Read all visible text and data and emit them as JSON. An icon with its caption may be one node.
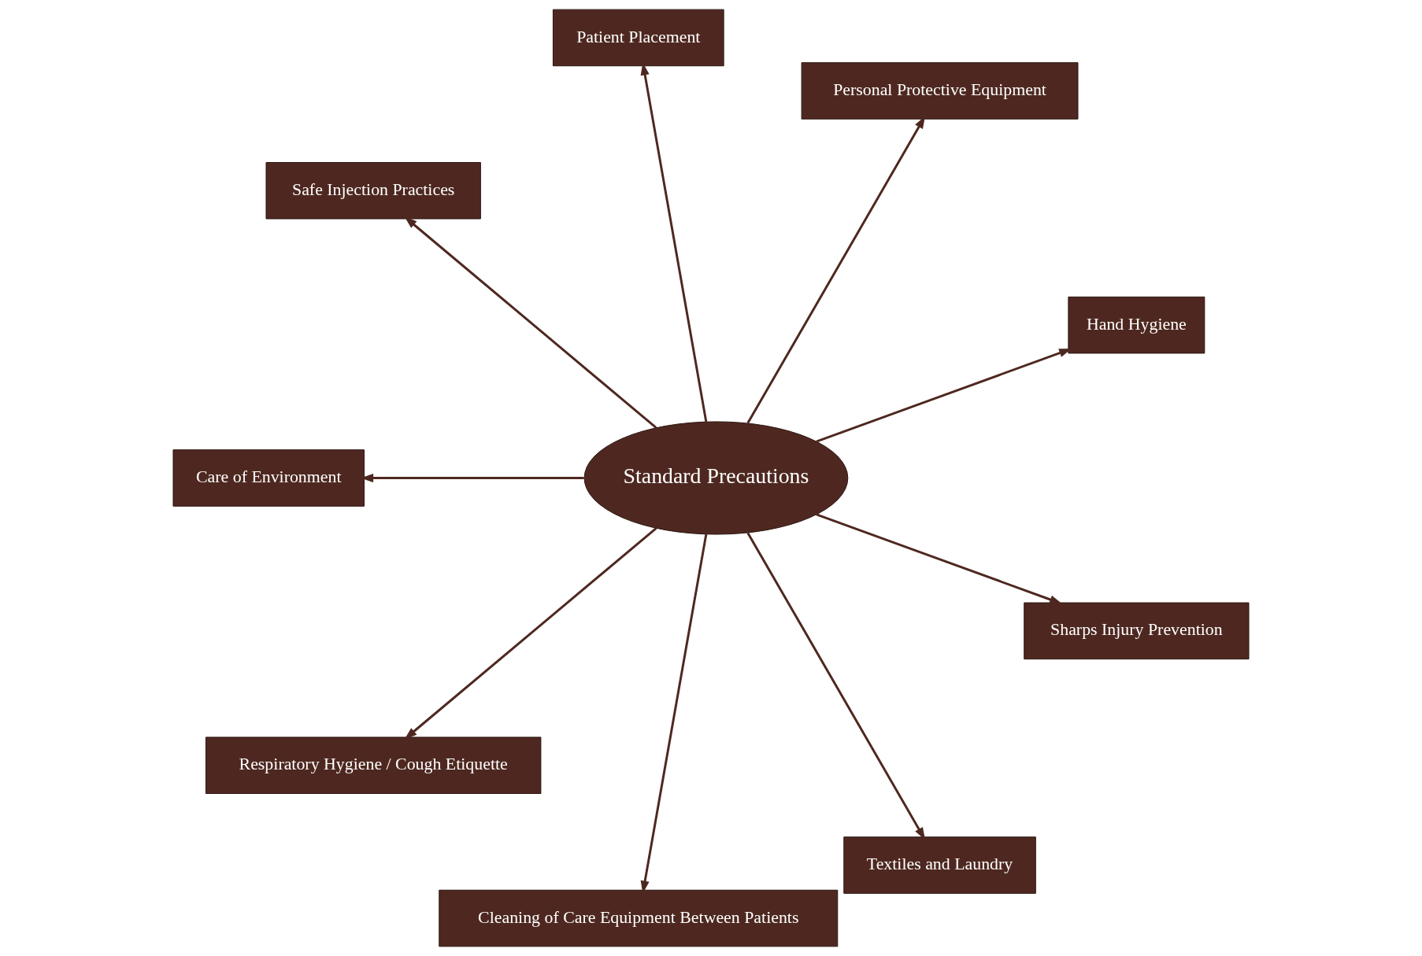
{
  "diagram": {
    "nodes": [
      {
        "text": [
          "Standard Precautions"
        ]
      },
      {
        "text": [
          "Hand Hygiene"
        ]
      },
      {
        "text": [
          "Personal Protective Equipment"
        ]
      },
      {
        "text": [
          "Patient Placement"
        ]
      },
      {
        "text": [
          "Safe Injection Practices"
        ]
      },
      {
        "text": [
          "Care of Environment"
        ]
      },
      {
        "text": [
          "Respiratory Hygiene / Cough Etiquette"
        ]
      },
      {
        "text": [
          "Cleaning of Care Equipment Between Patients"
        ]
      },
      {
        "text": [
          "Textiles and Laundry"
        ]
      },
      {
        "text": [
          "Sharps Injury Prevention"
        ]
      }
    ],
    "edges": [
      {
        "from": 0,
        "to": 1,
        "arrow": "to"
      },
      {
        "from": 0,
        "to": 2,
        "arrow": "to"
      },
      {
        "from": 0,
        "to": 3,
        "arrow": "to"
      },
      {
        "from": 0,
        "to": 4,
        "arrow": "to"
      },
      {
        "from": 0,
        "to": 5,
        "arrow": "to"
      },
      {
        "from": 0,
        "to": 6,
        "arrow": "to"
      },
      {
        "from": 0,
        "to": 7,
        "arrow": "to"
      },
      {
        "from": 0,
        "to": 8,
        "arrow": "to"
      },
      {
        "from": 0,
        "to": 9,
        "arrow": "to"
      }
    ]
  }
}
